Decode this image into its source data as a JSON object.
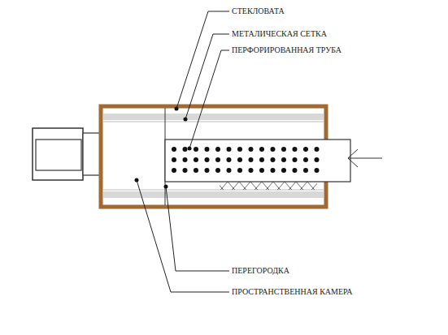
{
  "diagram": {
    "labels": [
      "СТЕКЛОВАТА",
      "МЕТАЛИЧЕСКАЯ СЕТКА",
      "ПЕРФОРИРОВАННАЯ ТРУБА",
      "ПЕРЕГОРОДКА",
      "ПРОСТРАНСТВЕННАЯ КАМЕРА"
    ]
  }
}
